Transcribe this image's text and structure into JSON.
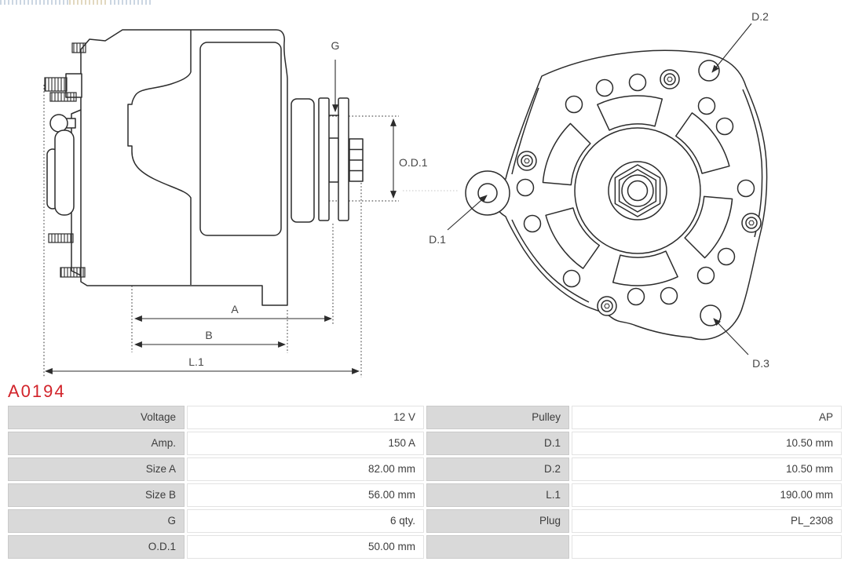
{
  "part_number": "A0194",
  "colors": {
    "accent": "#d2232a",
    "line": "#2c2c2c",
    "dim-text": "#474747",
    "faint-line": "#c6c6c6",
    "table-label-bg": "#d9d9d9",
    "table-label-border": "#cacaca",
    "table-value-bg": "#ffffff",
    "table-value-border": "#e3e3e3",
    "table-text": "#3d3d3d"
  },
  "diagram": {
    "side_view": {
      "labels": {
        "g": "G",
        "od1": "O.D.1",
        "a": "A",
        "b": "B",
        "l1": "L.1"
      }
    },
    "front_view": {
      "labels": {
        "d1": "D.1",
        "d2": "D.2",
        "d3": "D.3"
      }
    }
  },
  "spec_table": {
    "rows": [
      {
        "l_label": "Voltage",
        "l_value": "12 V",
        "r_label": "Pulley",
        "r_value": "AP"
      },
      {
        "l_label": "Amp.",
        "l_value": "150 A",
        "r_label": "D.1",
        "r_value": "10.50 mm"
      },
      {
        "l_label": "Size A",
        "l_value": "82.00 mm",
        "r_label": "D.2",
        "r_value": "10.50 mm"
      },
      {
        "l_label": "Size B",
        "l_value": "56.00 mm",
        "r_label": "L.1",
        "r_value": "190.00 mm"
      },
      {
        "l_label": "G",
        "l_value": "6 qty.",
        "r_label": "Plug",
        "r_value": "PL_2308"
      },
      {
        "l_label": "O.D.1",
        "l_value": "50.00 mm",
        "r_label": "",
        "r_value": ""
      }
    ]
  }
}
